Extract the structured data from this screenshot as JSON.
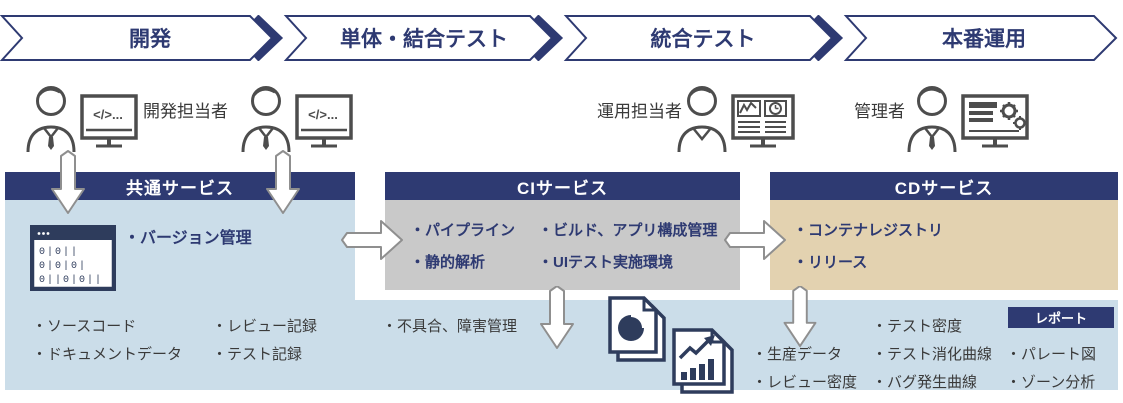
{
  "phases": [
    {
      "label": "開発"
    },
    {
      "label": "単体・結合テスト"
    },
    {
      "label": "統合テスト"
    },
    {
      "label": "本番運用"
    }
  ],
  "actors": {
    "developer": "開発担当者",
    "operator": "運用担当者",
    "admin": "管理者"
  },
  "monitors": {
    "code_text": "</>..."
  },
  "services": {
    "common": {
      "title": "共通サービス",
      "items": [
        "・バージョン管理"
      ],
      "code_lines": [
        "0|0||",
        "0|0|0|",
        "0||0|0||"
      ]
    },
    "ci": {
      "title": "CIサービス",
      "items": [
        "・パイプライン",
        "・静的解析",
        "・ビルド、アプリ構成管理",
        "・UIテスト実施環境"
      ]
    },
    "cd": {
      "title": "CDサービス",
      "items": [
        "・コンテナレジストリ",
        "・リリース"
      ]
    }
  },
  "artifacts": {
    "col1": [
      "・ソースコード",
      "・ドキュメントデータ"
    ],
    "col2": [
      "・レビュー記録",
      "・テスト記録"
    ],
    "col3": [
      "・不具合、障害管理"
    ],
    "col4": [
      "・生産データ",
      "・レビュー密度"
    ],
    "col5": [
      "・テスト密度",
      "・テスト消化曲線",
      "・バグ発生曲線"
    ],
    "report_badge": "レポート",
    "col6": [
      "・パレート図",
      "・ゾーン分析"
    ]
  },
  "colors": {
    "navy": "#2e3a72",
    "icon_navy": "#2e3c5c",
    "light_blue": "#cbdde9",
    "gray_box": "#c9c9c9",
    "tan_box": "#e3d2b0",
    "icon_gray": "#4d4d4d",
    "arrow_outline": "#8f8f8f",
    "text_dark": "#3a3a3a"
  }
}
